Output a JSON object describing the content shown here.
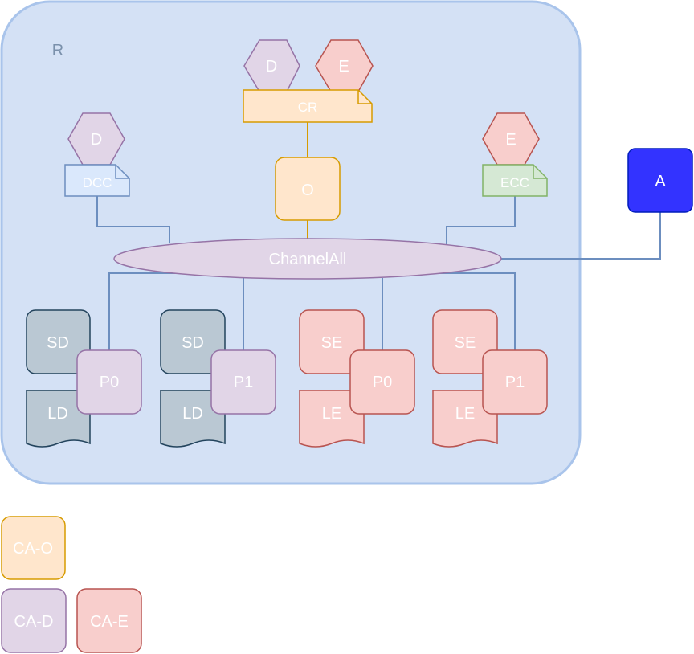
{
  "region": {
    "label": "R"
  },
  "center": {
    "hex_d": "D",
    "hex_e": "E",
    "note": "CR",
    "box": "O"
  },
  "left_group": {
    "hex": "D",
    "note": "DCC"
  },
  "right_group": {
    "hex": "E",
    "note": "ECC"
  },
  "external": {
    "label": "A"
  },
  "channel": {
    "label": "ChannelAll"
  },
  "columns": [
    {
      "store": "SD",
      "proc": "P0",
      "log": "LD"
    },
    {
      "store": "SD",
      "proc": "P1",
      "log": "LD"
    },
    {
      "store": "SE",
      "proc": "P0",
      "log": "LE"
    },
    {
      "store": "SE",
      "proc": "P1",
      "log": "LE"
    }
  ],
  "legend": {
    "o": "CA-O",
    "d": "CA-D",
    "e": "CA-E"
  },
  "colors": {
    "region_fill": "#d4e1f5",
    "region_stroke": "#a9c4eb",
    "purple_fill": "#e1d5e7",
    "purple_stroke": "#9673a6",
    "red_fill": "#f8cecc",
    "red_stroke": "#b85450",
    "orange_fill": "#ffe6cc",
    "orange_stroke": "#d79b00",
    "blue_fill": "#dae8fc",
    "blue_stroke": "#6c8ebf",
    "green_fill": "#d5e8d4",
    "green_stroke": "#82b366",
    "gray_fill": "#bac8d3",
    "gray_stroke": "#23445d",
    "external_fill": "#3333ff",
    "external_stroke": "#001dbc",
    "edge": "#6c8ebf"
  }
}
